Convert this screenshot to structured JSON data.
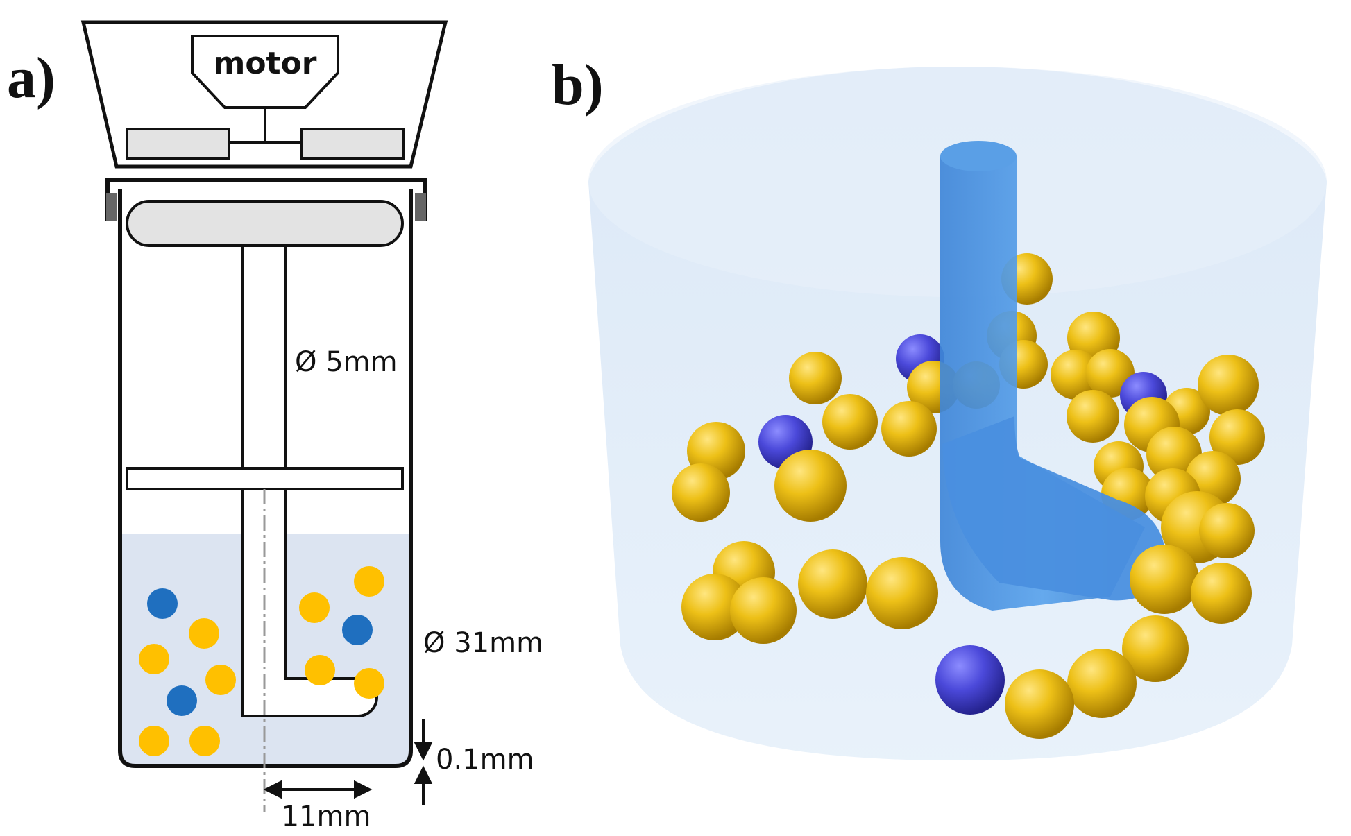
{
  "panels": {
    "a": {
      "label": "a)"
    },
    "b": {
      "label": "b)"
    }
  },
  "schematic": {
    "motor_label": "motor",
    "shaft_diameter": "Ø 5mm",
    "vessel_diameter": "Ø 31mm",
    "gap": "0.1mm",
    "impeller_length": "11mm"
  },
  "colors": {
    "yellow_ball": "#FFC000",
    "blue_ball": "#1F6FBF",
    "liquid": "#DCE4F1",
    "render_yellow": "#E8B90E",
    "render_blue": "#4D4BD9",
    "render_stirrer": "#4A90E2",
    "render_container": "#E3EEFA"
  }
}
